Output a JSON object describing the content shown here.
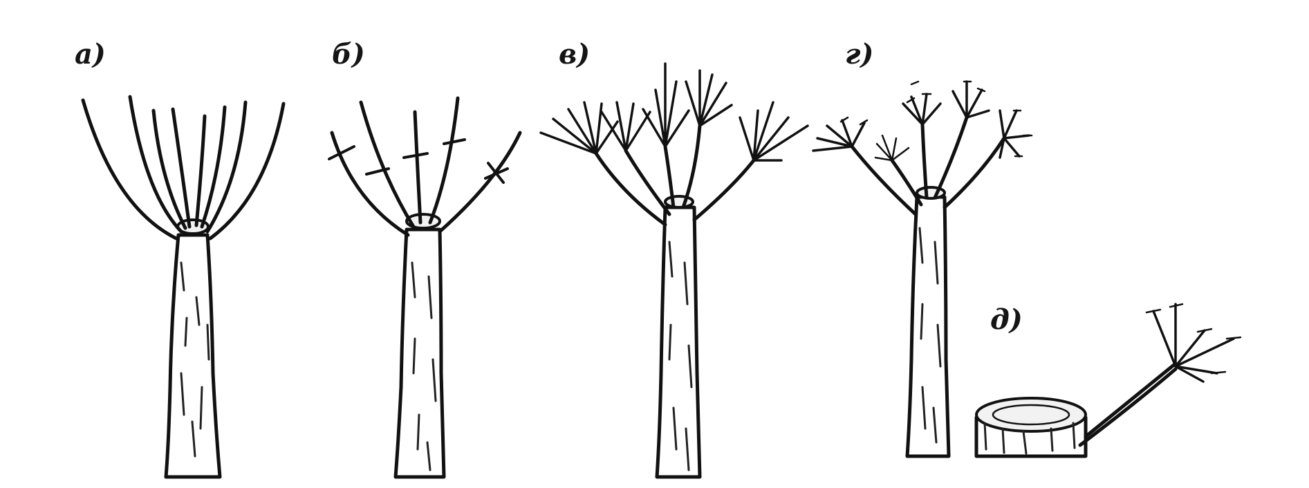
{
  "panels": [
    {
      "id": "a",
      "label": "а)"
    },
    {
      "id": "b",
      "label": "б)"
    },
    {
      "id": "v",
      "label": "в)"
    },
    {
      "id": "g",
      "label": "г)"
    },
    {
      "id": "d",
      "label": "д)"
    }
  ],
  "colors": {
    "ink": "#111111",
    "background": "#ffffff"
  }
}
